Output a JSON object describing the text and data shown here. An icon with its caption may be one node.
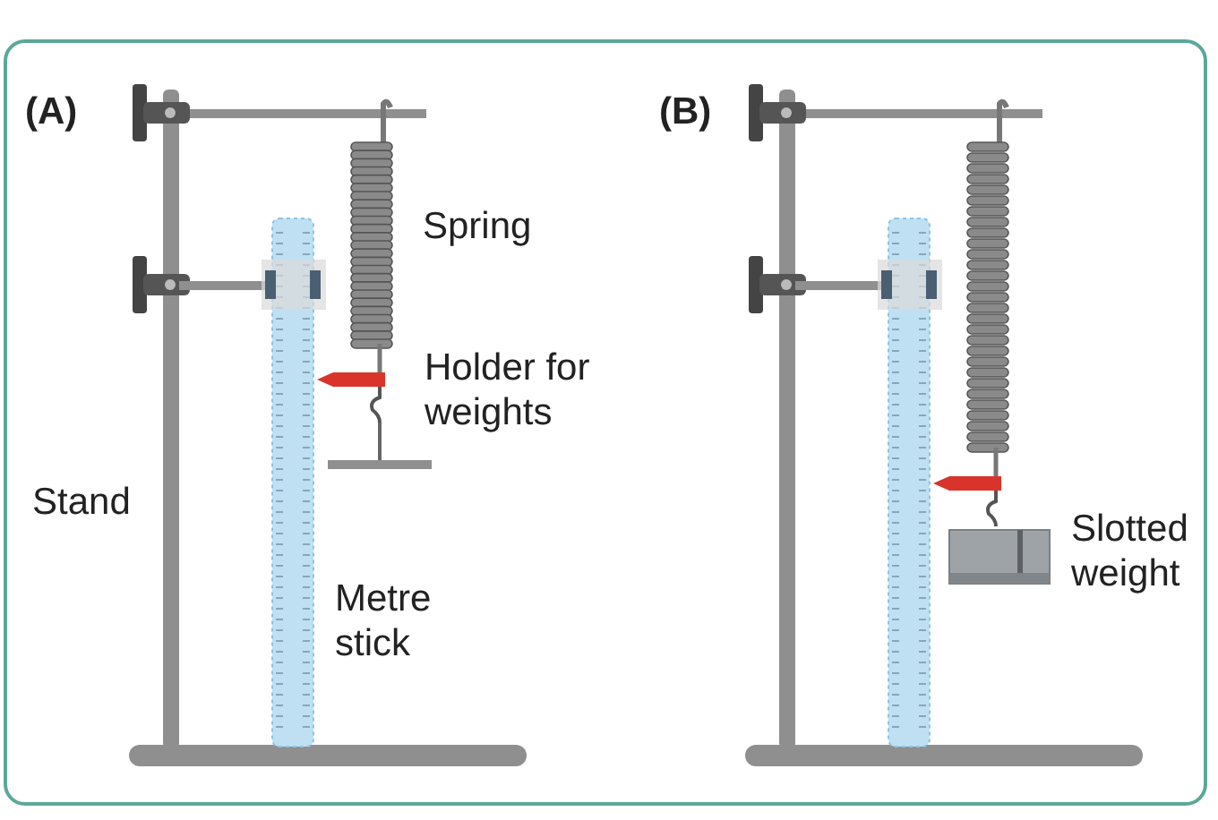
{
  "diagram": {
    "labels": [
      "(A)",
      "Spring",
      "Holder for weights",
      "Stand",
      "Metre stick",
      "(B)",
      "Slotted weight"
    ]
  }
}
